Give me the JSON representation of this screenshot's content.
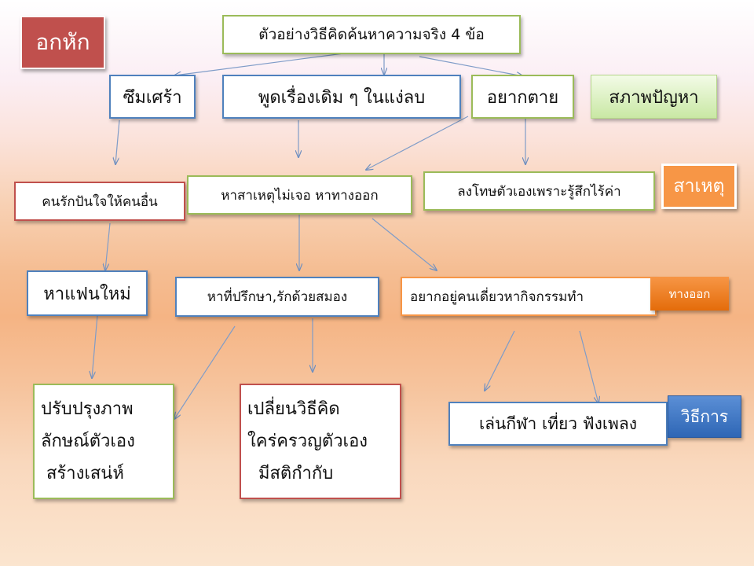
{
  "title_tag": "อกหัก",
  "header": "ตัวอย่างวิธีคิดค้นหาความจริง  4  ข้อ",
  "legend": {
    "problem": "สภาพปัญหา",
    "cause": "สาเหตุ",
    "solution": "ทางออก",
    "method": "วิธีการ"
  },
  "problems": {
    "depressed": "ซึมเศร้า",
    "repeat": "พูดเรื่องเดิม  ๆ ในแง่ลบ",
    "suicidal": "อยากตาย"
  },
  "causes": {
    "unfaithful": "คนรักปันใจให้คนอื่น",
    "no_exit": "หาสาเหตุไม่เจอ หาทางออก",
    "self_blame": "ลงโทษตัวเองเพราะรู้สึกไร้ค่า"
  },
  "solutions": {
    "new_partner": "หาแฟนใหม่",
    "counsel": "หาที่ปรึกษา,รักด้วยสมอง",
    "alone": "อยากอยู่คนเดี่ยวหากิจกรรมทำ"
  },
  "methods": {
    "improve": [
      "ปรับปรุงภาพ",
      "ลักษณ์ตัวเอง",
      " สร้างเสน่ห์"
    ],
    "change": [
      "เปลี่ยนวิธีคิด",
      "ใคร่ครวญตัวเอง",
      "  มีสติกำกับ"
    ],
    "activities": "เล่นกีฬา เที่ยว ฟังเพลง"
  }
}
